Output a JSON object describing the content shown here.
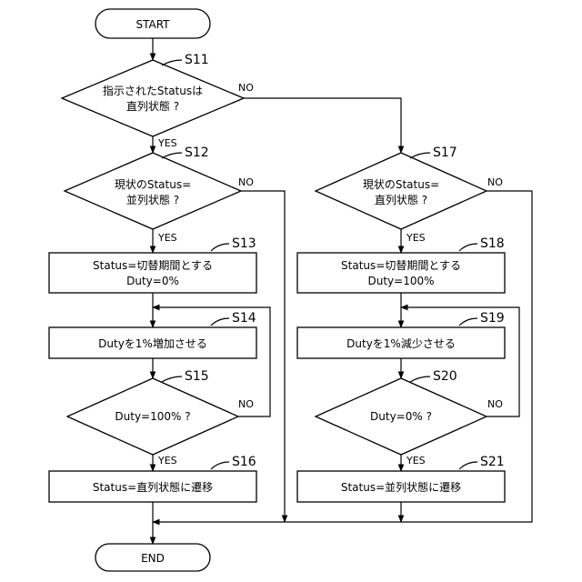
{
  "terminals": {
    "start": "START",
    "end": "END"
  },
  "decisions": {
    "s11": {
      "step": "S11",
      "line1": "指示されたStatusは",
      "line2": "直列状態 ?"
    },
    "s12": {
      "step": "S12",
      "line1": "現状のStatus=",
      "line2": "並列状態 ?"
    },
    "s15": {
      "step": "S15",
      "line1": "Duty=100% ?"
    },
    "s17": {
      "step": "S17",
      "line1": "現状のStatus=",
      "line2": "直列状態 ?"
    },
    "s20": {
      "step": "S20",
      "line1": "Duty=0% ?"
    }
  },
  "processes": {
    "s13": {
      "step": "S13",
      "line1": "Status=切替期間とする",
      "line2": "Duty=0%"
    },
    "s14": {
      "step": "S14",
      "line1": "Dutyを1%増加させる"
    },
    "s16": {
      "step": "S16",
      "line1": "Status=直列状態に遷移"
    },
    "s18": {
      "step": "S18",
      "line1": "Status=切替期間とする",
      "line2": "Duty=100%"
    },
    "s19": {
      "step": "S19",
      "line1": "Dutyを1%減少させる"
    },
    "s21": {
      "step": "S21",
      "line1": "Status=並列状態に遷移"
    }
  },
  "branch_labels": {
    "yes": "YES",
    "no": "NO"
  }
}
